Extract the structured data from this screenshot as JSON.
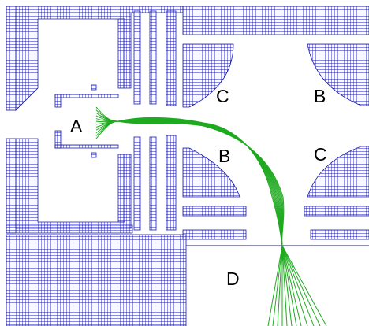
{
  "labels": {
    "a": "A",
    "b_upper": "B",
    "b_lower": "B",
    "c_upper": "C",
    "c_lower": "C",
    "d": "D"
  },
  "colors": {
    "grid": "#1a1aa6",
    "trajectories": "#1faa1f",
    "background": "#ffffff",
    "text": "#000000"
  }
}
